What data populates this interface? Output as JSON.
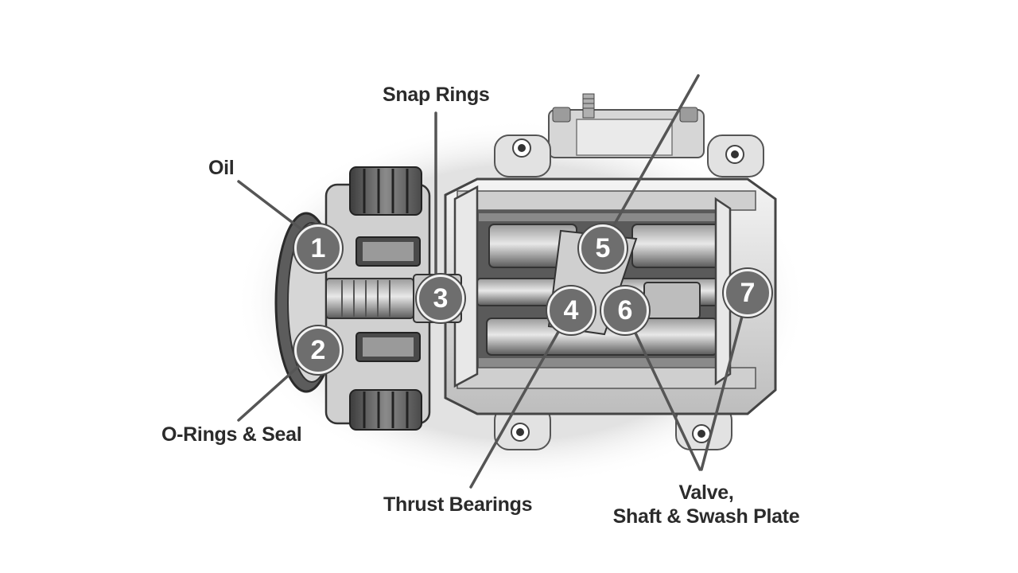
{
  "labels": {
    "oil": "Oil",
    "snap_rings": "Snap Rings",
    "o_rings_seal": "O-Rings & Seal",
    "thrust_bearings": "Thrust Bearings",
    "valve_line1": "Valve,",
    "valve_line2": "Shaft & Swash Plate"
  },
  "badges": [
    "1",
    "2",
    "3",
    "4",
    "5",
    "6",
    "7"
  ],
  "colors": {
    "background": "#ffffff",
    "badge_fill": "#6e6e6e",
    "leader_line": "#555555",
    "metal_light": "#e6e6e6",
    "metal_dark": "#3a3a3a"
  }
}
